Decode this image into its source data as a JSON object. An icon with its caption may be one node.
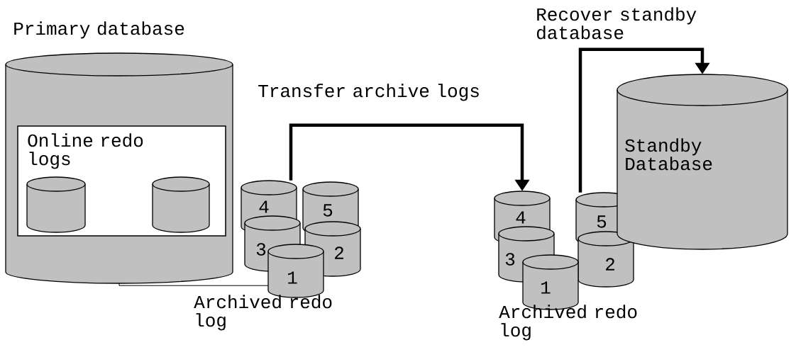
{
  "diagram": {
    "nodes": [
      {
        "text": [
          "Primary database"
        ]
      },
      {
        "text": [
          "Online redo logs"
        ],
        "in": 0
      },
      {
        "text": [],
        "shape": "cylinder",
        "in": 1
      },
      {
        "text": [],
        "shape": "cylinder",
        "in": 1
      },
      {
        "text": [
          "4"
        ]
      },
      {
        "text": [
          "5"
        ]
      },
      {
        "text": [
          "3"
        ]
      },
      {
        "text": [
          "2"
        ]
      },
      {
        "text": [
          "1"
        ]
      },
      {
        "text": [
          "4"
        ]
      },
      {
        "text": [
          "5"
        ]
      },
      {
        "text": [
          "3"
        ]
      },
      {
        "text": [
          "2"
        ]
      },
      {
        "text": [
          "1"
        ]
      },
      {
        "text": [
          "Standby Database"
        ]
      }
    ],
    "edges": [
      {
        "from": 0,
        "to": 8,
        "arrow": "none"
      },
      {
        "from": 4,
        "to": 9,
        "arrow": "to",
        "label": "Transfer archive logs"
      },
      {
        "from": 10,
        "to": 14,
        "arrow": "to",
        "label": "Recover standby database"
      }
    ],
    "labels": [
      "Archived redo log",
      "Archived redo log"
    ]
  }
}
